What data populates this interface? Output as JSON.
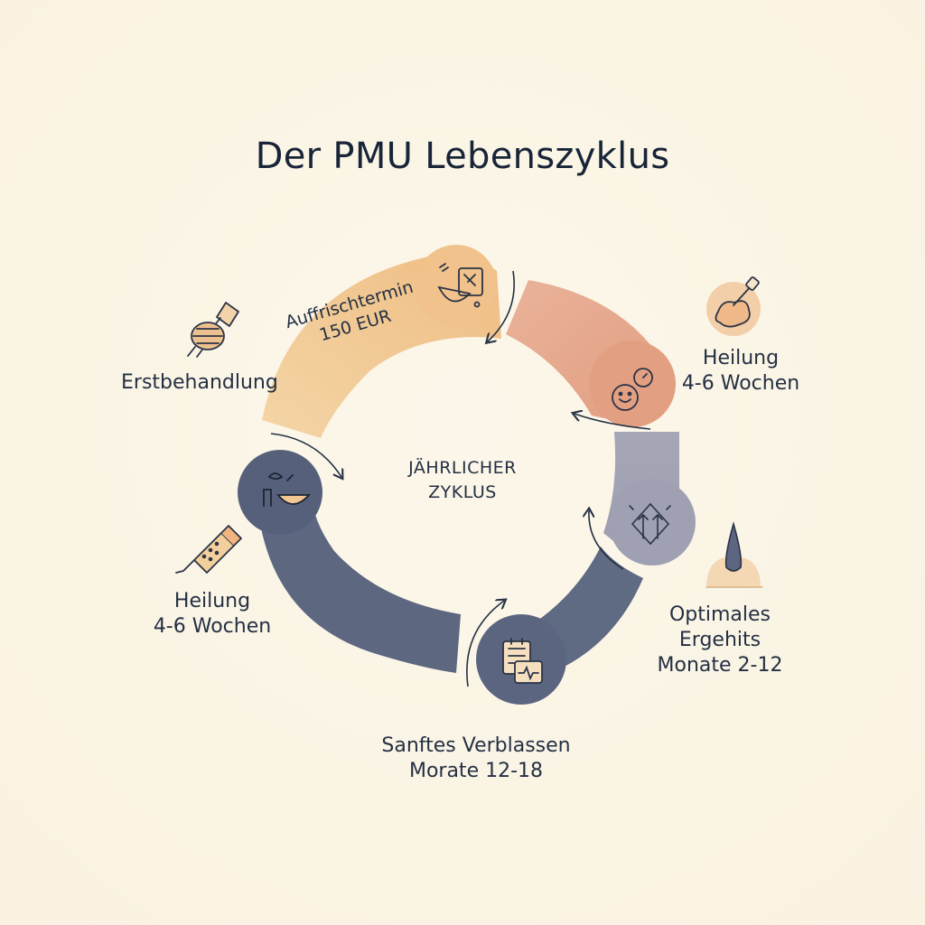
{
  "title": "Der PMU Lebenszyklus",
  "center": {
    "line1": "JÄHRLICHER",
    "line2": "ZYKLUS"
  },
  "stages": {
    "refresh": {
      "line1": "Auffrischtermin",
      "line2": "150 EUR"
    },
    "first_treatment": {
      "line1": "Erstbehandlung"
    },
    "healing_right": {
      "line1": "Heilung",
      "line2": "4-6 Wochen"
    },
    "healing_left": {
      "line1": "Heilung",
      "line2": "4-6 Wochen"
    },
    "optimal": {
      "line1": "Optimales",
      "line2": "Ergehits",
      "line3": "Monate 2-12"
    },
    "fading": {
      "line1": "Sanftes Verblassen",
      "line2": "Morate 12-18"
    }
  },
  "colors": {
    "background": "#fbf5e6",
    "peach": "#f2c792",
    "salmon": "#e8a88a",
    "grey": "#a6a6b4",
    "slate": "#5d6780",
    "ink": "#243043"
  }
}
